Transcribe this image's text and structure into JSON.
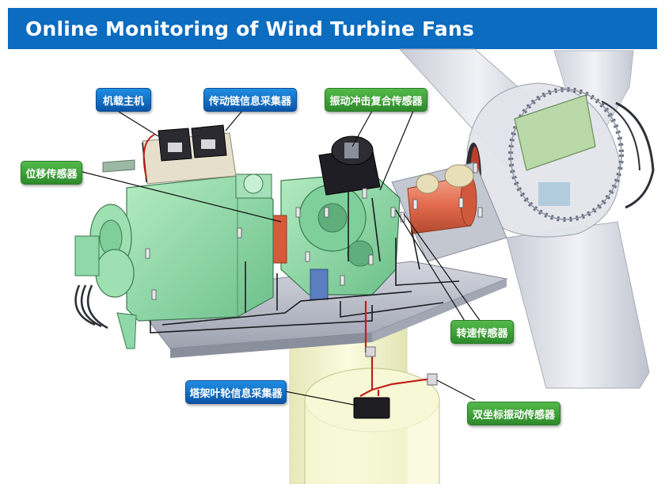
{
  "title": "Online Monitoring of Wind Turbine Fans",
  "colors": {
    "title_bar": "#0b6cc0",
    "label_blue": "#0a55a6",
    "label_green": "#2e8a2b",
    "machine_green": "#8fd9a8",
    "tower_yellow": "#f3f4c7"
  },
  "labels": {
    "host": "机载主机",
    "drivetrain_collector": "传动链信息采集器",
    "vib_impact_sensor": "振动冲击复合传感器",
    "displacement_sensor": "位移传感器",
    "speed_sensor": "转速传感器",
    "tower_blade_collector": "塔架叶轮信息采集器",
    "dual_axis_vib_sensor": "双坐标振动传感器"
  }
}
